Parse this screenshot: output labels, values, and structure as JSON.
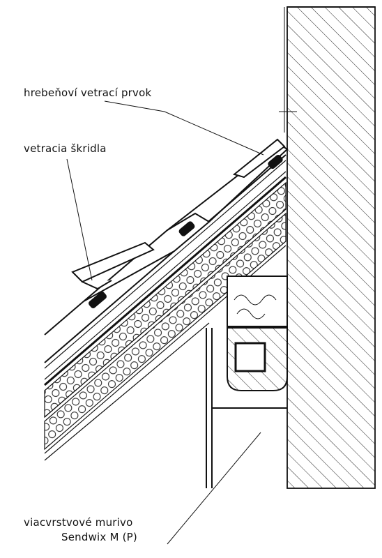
{
  "labels": {
    "ridge_vent": "hrebeňoví vetrací prvok",
    "vent_tile": "vetracia škridla",
    "masonry_line1": "viacvrstvové murivo",
    "masonry_line2": "Sendwix M (P)"
  }
}
